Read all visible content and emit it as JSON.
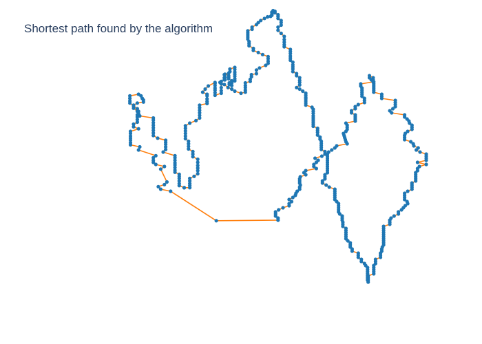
{
  "chart_data": {
    "type": "scatter",
    "title": "Shortest path found by the algorithm",
    "xlabel": "",
    "ylabel": "",
    "xlim": [
      0,
      580
    ],
    "ylim": [
      0,
      400
    ],
    "show_axes": false,
    "grid": false,
    "legend": "none",
    "point_color": "#1f77b4",
    "line_color": "#ff7f0e",
    "path_closed": true,
    "x": [
      250,
      176,
      160,
      156,
      166,
      170,
      160,
      166,
      152,
      148,
      148,
      148,
      152,
      124,
      126,
      111,
      111,
      111,
      111,
      111,
      111,
      111,
      124,
      116,
      116,
      122,
      122,
      122,
      122,
      122,
      116,
      116,
      122,
      132,
      132,
      130,
      128,
      124,
      110,
      110,
      110,
      110,
      116,
      122,
      124,
      124,
      126,
      148,
      148,
      148,
      148,
      148,
      148,
      148,
      148,
      155,
      168,
      168,
      168,
      168,
      168,
      164,
      183,
      183,
      183,
      183,
      183,
      183,
      183,
      183,
      190,
      190,
      190,
      190,
      190,
      190,
      198,
      198,
      198,
      207,
      207,
      207,
      207,
      207,
      214,
      220,
      220,
      220,
      220,
      220,
      220,
      212,
      212,
      212,
      205,
      205,
      205,
      205,
      200,
      200,
      200,
      200,
      200,
      200,
      207,
      217,
      223,
      223,
      223,
      223,
      223,
      223,
      235,
      235,
      235,
      235,
      235,
      228,
      232,
      237,
      248,
      248,
      248,
      248,
      248,
      248,
      248,
      258,
      258,
      258,
      258,
      258,
      264,
      264,
      264,
      270,
      270,
      270,
      275,
      275,
      275,
      271,
      271,
      280,
      280,
      280,
      280,
      280,
      280,
      280,
      272,
      272,
      270,
      263,
      263,
      263,
      256,
      263,
      269,
      275,
      280,
      290,
      297,
      297,
      297,
      297,
      297,
      305,
      305,
      307,
      307,
      315,
      315,
      320,
      330,
      334,
      334,
      334,
      334,
      325,
      318,
      310,
      310,
      303,
      303,
      303,
      301,
      301,
      301,
      301,
      301,
      308,
      308,
      315,
      318,
      322,
      328,
      333,
      338,
      340,
      340,
      340,
      342,
      345,
      345,
      350,
      350,
      350,
      355,
      355,
      355,
      350,
      350,
      355,
      360,
      360,
      360,
      360,
      360,
      370,
      370,
      370,
      370,
      370,
      370,
      374,
      374,
      374,
      374,
      374,
      380,
      380,
      385,
      385,
      385,
      385,
      380,
      385,
      390,
      395,
      395,
      395,
      395,
      395,
      395,
      395,
      405,
      407,
      407,
      407,
      407,
      407,
      407,
      407,
      407,
      407,
      414,
      414,
      414,
      414,
      418,
      418,
      420,
      420,
      420,
      420,
      420,
      426,
      430,
      430,
      430,
      430,
      430,
      430,
      430,
      430,
      430,
      430,
      426,
      426,
      426,
      422,
      422,
      428,
      433,
      442,
      442,
      442,
      442,
      442,
      442,
      445,
      448,
      448,
      448,
      448,
      448,
      450,
      454,
      454,
      454,
      455,
      455,
      455,
      460,
      460,
      460,
      460,
      460,
      460,
      463,
      467,
      467,
      467,
      470,
      470,
      480,
      480,
      480,
      485,
      485,
      490,
      492,
      495,
      495,
      495,
      495,
      495,
      495,
      495,
      496,
      496,
      496,
      496,
      505,
      505,
      505,
      505,
      505,
      508,
      508,
      508,
      516,
      516,
      516,
      518,
      518,
      519,
      521,
      521,
      521,
      521,
      521,
      521,
      521,
      521,
      521,
      521,
      531,
      531,
      531,
      533,
      538,
      545,
      545,
      550,
      553,
      556,
      560,
      559,
      555,
      555,
      555,
      555,
      560,
      567,
      567,
      567,
      567,
      573,
      573,
      573,
      573,
      573,
      576,
      576,
      579,
      590,
      576,
      590,
      590,
      590,
      590,
      580,
      574,
      577,
      570,
      569,
      565,
      555,
      555,
      555,
      556,
      560,
      567,
      567,
      567,
      563,
      562,
      559,
      555,
      555,
      534,
      531,
      536,
      540,
      540,
      540,
      540,
      518,
      518,
      518,
      505,
      505,
      505,
      505,
      505,
      505,
      501,
      504,
      498,
      498,
      504,
      504,
      484,
      484,
      486,
      486,
      486,
      486,
      486,
      490,
      490,
      490,
      480,
      475,
      475,
      469,
      469,
      475,
      475,
      475,
      475,
      460,
      462,
      462,
      462,
      460,
      456,
      457,
      458,
      459,
      460,
      462,
      445,
      442,
      437,
      432,
      426,
      421,
      410,
      415,
      412,
      408,
      408,
      412,
      395,
      392,
      395,
      386,
      385,
      385,
      385,
      386,
      385,
      385,
      381,
      379,
      378,
      374,
      368,
      372,
      368,
      368,
      358,
      351,
      346,
      346,
      346,
      350,
      350,
      340,
      336,
      339,
      340,
      340,
      355,
      368,
      354,
      347,
      340,
      339,
      338,
      334,
      330,
      333,
      329,
      333,
      336,
      335,
      328,
      328,
      340,
      346,
      344,
      350,
      350,
      342,
      341,
      354,
      354,
      354,
      355,
      320,
      311,
      302
    ],
    "y": [
      119,
      176,
      180,
      185,
      189,
      194,
      219,
      224,
      228,
      232,
      236,
      241,
      245,
      256,
      262,
      266,
      270,
      275,
      279,
      283,
      288,
      292,
      297,
      301,
      306,
      310,
      315,
      320,
      324,
      331,
      337,
      343,
      347,
      349,
      353,
      356,
      361,
      364,
      361,
      356,
      351,
      347,
      341,
      336,
      331,
      327,
      322,
      318,
      314,
      309,
      304,
      299,
      294,
      289,
      284,
      279,
      275,
      271,
      267,
      262,
      257,
      252,
      245,
      241,
      236,
      231,
      227,
      222,
      217,
      213,
      209,
      205,
      201,
      196,
      191,
      187,
      183,
      183,
      183,
      183,
      187,
      191,
      196,
      201,
      205,
      210,
      216,
      221,
      226,
      232,
      238,
      243,
      248,
      253,
      258,
      263,
      268,
      273,
      278,
      283,
      288,
      293,
      298,
      303,
      308,
      313,
      318,
      323,
      328,
      333,
      338,
      343,
      346,
      350,
      355,
      361,
      364,
      368,
      374,
      380,
      387,
      385,
      381,
      376,
      372,
      367,
      362,
      366,
      371,
      377,
      384,
      389,
      392,
      397,
      403,
      400,
      397,
      394,
      390,
      386,
      381,
      383,
      386,
      390,
      394,
      399,
      403,
      407,
      412,
      416,
      413,
      408,
      405,
      402,
      396,
      392,
      387,
      383,
      377,
      374,
      370,
      366,
      368,
      372,
      377,
      381,
      386,
      389,
      393,
      398,
      402,
      404,
      411,
      415,
      420,
      424,
      428,
      433,
      437,
      441,
      445,
      449,
      453,
      458,
      462,
      466,
      471,
      475,
      479,
      483,
      487,
      490,
      494,
      499,
      503,
      507,
      511,
      514,
      515,
      517,
      519,
      523,
      526,
      525,
      522,
      518,
      515,
      511,
      507,
      503,
      498,
      494,
      488,
      482,
      476,
      470,
      465,
      460,
      456,
      451,
      447,
      443,
      438,
      434,
      430,
      426,
      421,
      417,
      413,
      408,
      404,
      400,
      396,
      391,
      387,
      382,
      377,
      374,
      370,
      366,
      362,
      358,
      355,
      351,
      347,
      343,
      339,
      335,
      331,
      327,
      322,
      318,
      314,
      310,
      306,
      302,
      298,
      294,
      290,
      285,
      281,
      277,
      273,
      269,
      265,
      261,
      257,
      253,
      248,
      244,
      240,
      236,
      232,
      228,
      224,
      220,
      216,
      212,
      208,
      204,
      200,
      196,
      192,
      188,
      184,
      180,
      176,
      172,
      168,
      164,
      160,
      156,
      152,
      148,
      144,
      140,
      136,
      132,
      128,
      124,
      120,
      116,
      112,
      108,
      104,
      100,
      96,
      92,
      88,
      84,
      80,
      76,
      72,
      68,
      64,
      60,
      56,
      52,
      48,
      44,
      40,
      36,
      32,
      28,
      24,
      20,
      16,
      12,
      8,
      4,
      0,
      4,
      8,
      12,
      16,
      20,
      24,
      28,
      32,
      36,
      40,
      44,
      48,
      52,
      56,
      60,
      64,
      68,
      72,
      76,
      80,
      84,
      88,
      92,
      96,
      100,
      104,
      108,
      112,
      116,
      120,
      124,
      128,
      132,
      136,
      140,
      144,
      148,
      152,
      156,
      160,
      164,
      168,
      172,
      176,
      180,
      184,
      188,
      192,
      196,
      200,
      204,
      208,
      212,
      216,
      220,
      224,
      228,
      232,
      236,
      240,
      244,
      248,
      252,
      256,
      260,
      264,
      268,
      272,
      276,
      280,
      284,
      288,
      292,
      296,
      300,
      304,
      308,
      312,
      316,
      320,
      324,
      328,
      332,
      336,
      340,
      344,
      348,
      352,
      356,
      360,
      364,
      368,
      372,
      376,
      380,
      384,
      388,
      392,
      396,
      400,
      396,
      392,
      388,
      384,
      380,
      376,
      372,
      368,
      364,
      360,
      356,
      352,
      348,
      344,
      340,
      336,
      332,
      328,
      324,
      320,
      316,
      312,
      308,
      304,
      300,
      296,
      292,
      288,
      284,
      280,
      276,
      272,
      268,
      264,
      260,
      256,
      252,
      248,
      244,
      240,
      236,
      232,
      228,
      224,
      220,
      216,
      212,
      208,
      204,
      200,
      196,
      192,
      188,
      184,
      180,
      176,
      172,
      168,
      164,
      160,
      156,
      152,
      148,
      144,
      140,
      136,
      132,
      128,
      124,
      120
    ]
  }
}
